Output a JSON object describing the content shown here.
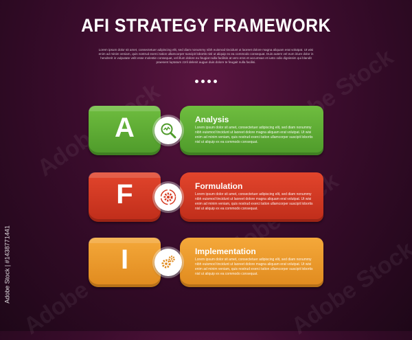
{
  "header": {
    "title": "AFI STRATEGY FRAMEWORK",
    "subtitle": "Lorem ipsum dolor sit amet, consectetuer adipiscing elit, sed diam nonummy nibh euismod tincidunt ut laoreet dolore magna aliquam erat volutpat. Ut wisi enim ad minim veniam, quis nostrud exerci tation ullamcorper suscipit lobortis nisl ut aliquip ex ea commodo consequat. Duis autem vel eum iriure dolor in hendrerit in vulputate velit esse molestie consequat, vel illum dolore eu feugiat nulla facilisis at vero eros et accumsan et iusto odio dignissim qui blandit praesent luptatum zzril delenit augue duis dolore te feugait nulla facilisi."
  },
  "watermark": "Adobe Stock",
  "steps": [
    {
      "letter": "A",
      "heading": "Analysis",
      "body": "Lorem ipsum dolor sit amet, consectetuer adipiscing elit, sed diam nonummy nibh euismod tincidunt ut laoreet dolore magna aliquam erat volutpat. Ut wisi enim ad minim veniam, quis nostrud exerci tation ullamcorper suscipit lobortis nisl ut aliquip ex ea commodo consequat.",
      "icon": "magnifier-chart-icon",
      "color": "#5aa832"
    },
    {
      "letter": "F",
      "heading": "Formulation",
      "body": "Lorem ipsum dolor sit amet, consectetuer adipiscing elit, sed diam nonummy nibh euismod tincidunt ut laoreet dolore magna aliquam erat volutpat. Ut wisi enim ad minim veniam, quis nostrud exerci tation ullamcorper suscipit lobortis nisl ut aliquip ex ea commodo consequat.",
      "icon": "gear-cycle-icon",
      "color": "#d63a22"
    },
    {
      "letter": "I",
      "heading": "Implementation",
      "body": "Lorem ipsum dolor sit amet, consectetuer adipiscing elit, sed diam nonummy nibh euismod tincidunt ut laoreet dolore magna aliquam erat volutpat. Ut wisi enim ad minim veniam, quis nostrud exerci tation ullamcorper suscipit lobortis nisl ut aliquip ex ea commodo consequat.",
      "icon": "gears-icon",
      "color": "#ee9a2a"
    }
  ]
}
